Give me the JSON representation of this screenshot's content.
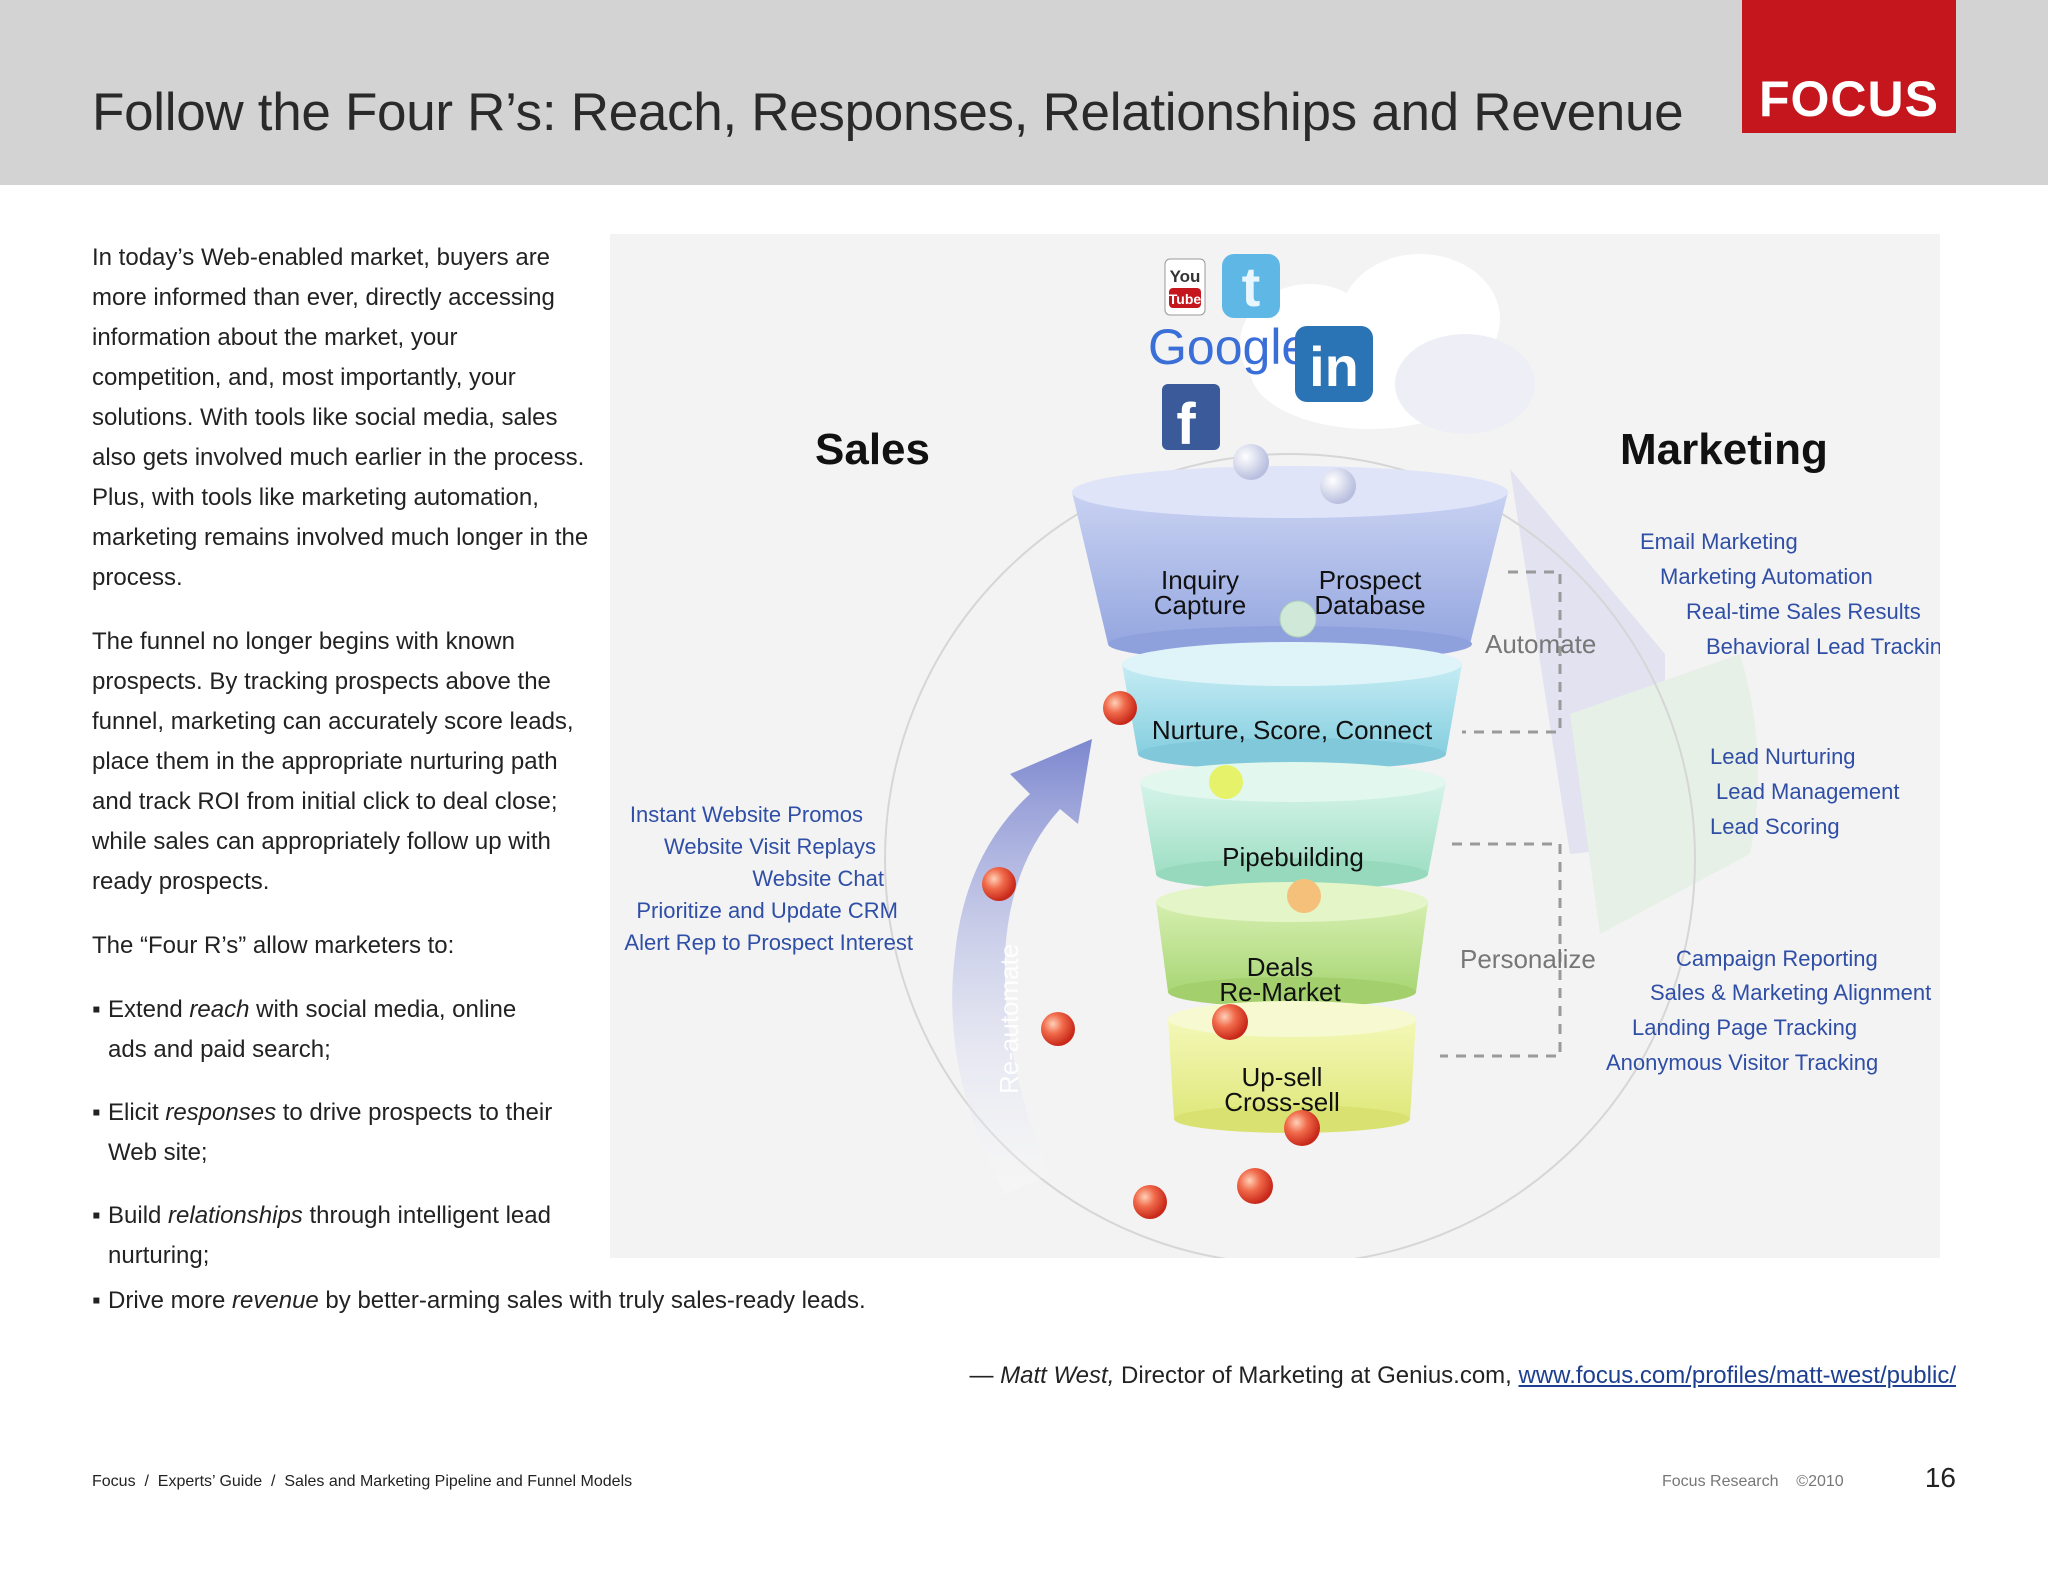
{
  "header": {
    "title": "Follow the Four R’s: Reach, Responses, Relationships and Revenue",
    "logo_text": "FOCUS"
  },
  "intro": {
    "paragraph1": "In today’s Web-enabled market, buyers are more informed than ever, directly accessing information about the market, your competition, and, most importantly, your solutions. With tools like social media, sales also gets involved much earlier in the process. Plus, with tools like marketing automation, marketing remains involved much longer in the process.",
    "paragraph2": "The funnel no longer begins with known prospects. By tracking prospects above the funnel, marketing can accurately score leads, place them in the appropriate nurturing path and track ROI from initial click to deal close; while sales can appropriately follow up with ready prospects.",
    "paragraph3": "The “Four R’s” allow marketers to:"
  },
  "bullets": [
    {
      "before": "Extend ",
      "em": "reach",
      "after": " with social media, online ads and paid search;"
    },
    {
      "before": "Elicit ",
      "em": "responses",
      "after": " to drive prospects to their Web site;"
    },
    {
      "before": "Build ",
      "em": "relationships",
      "after": " through intelligent lead nurturing;"
    },
    {
      "before": "Drive more ",
      "em": "revenue",
      "after": " by better-arming sales with truly sales-ready leads."
    }
  ],
  "bullet_marker": "▪",
  "quote": {
    "dash": "— ",
    "author": "Matt West,",
    "role": " Director of Marketing at Genius.com, ",
    "link": "www.focus.com/profiles/matt-west/public/"
  },
  "footer": {
    "breadcrumb": "Focus  /  Experts’ Guide  /  Sales and Marketing Pipeline and Funnel Models",
    "copyright": "Focus Research    ©2010",
    "page_number": "16"
  },
  "diagram": {
    "sales_heading": "Sales",
    "marketing_heading": "Marketing",
    "social_icons": {
      "youtube": [
        "You",
        "Tube"
      ],
      "twitter": "t",
      "google": "Google",
      "linkedin": "in",
      "facebook": "f"
    },
    "funnel": {
      "stage1_left": [
        "Inquiry",
        "Capture"
      ],
      "stage1_right": [
        "Prospect",
        "Database"
      ],
      "stage2": "Nurture, Score, Connect",
      "stage3": "Pipebuilding",
      "stage4": [
        "Deals",
        "Re-Market"
      ],
      "stage5": [
        "Up-sell",
        "Cross-sell"
      ]
    },
    "automate_label": "Automate",
    "personalize_label": "Personalize",
    "reautomate_label": "Re-automate",
    "sales_items": [
      "Instant Website Promos",
      "Website Visit Replays",
      "Website Chat",
      "Prioritize and Update CRM",
      "Alert Rep to Prospect Interest"
    ],
    "marketing_group1": [
      "Email Marketing",
      "Marketing Automation",
      "Real-time Sales Results",
      "Behavioral Lead Tracking"
    ],
    "marketing_group2": [
      "Lead Nurturing",
      "Lead Management",
      "Lead Scoring"
    ],
    "marketing_group3": [
      "Campaign Reporting",
      "Sales & Marketing Alignment",
      "Landing Page Tracking",
      "Anonymous Visitor Tracking"
    ],
    "colors": {
      "brand_red": "#c4161c",
      "item_blue": "#2f4ea6",
      "header_gray": "#d3d3d3"
    }
  }
}
